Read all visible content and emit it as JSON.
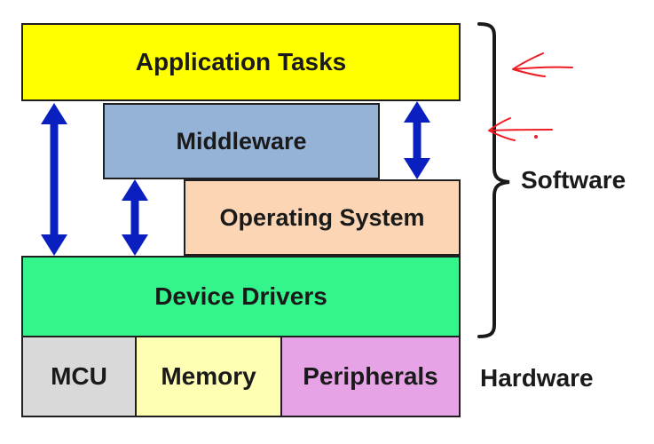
{
  "layers": {
    "application_tasks": {
      "label": "Application Tasks",
      "color": "#ffff00"
    },
    "middleware": {
      "label": "Middleware",
      "color": "#95b3d7"
    },
    "operating_system": {
      "label": "Operating System",
      "color": "#fcd5b5"
    },
    "device_drivers": {
      "label": "Device Drivers",
      "color": "#33f58c"
    }
  },
  "hardware": {
    "mcu": {
      "label": "MCU",
      "color": "#d9d9d9"
    },
    "memory": {
      "label": "Memory",
      "color": "#ffffb3"
    },
    "peripherals": {
      "label": "Peripherals",
      "color": "#e6a4e6"
    }
  },
  "labels": {
    "software": "Software",
    "hardware": "Hardware"
  },
  "colors": {
    "arrow": "#0a1fbf",
    "annotation": "#ee1c24",
    "outline": "#1f1f1f"
  }
}
